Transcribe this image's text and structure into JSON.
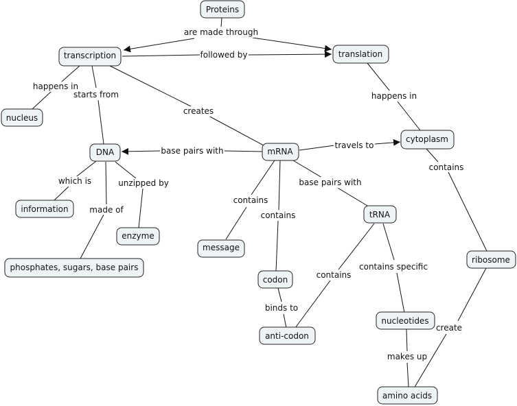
{
  "concept_map": {
    "nodes": {
      "proteins": "Proteins",
      "transcription": "transcription",
      "translation": "translation",
      "nucleus": "nucleus",
      "dna": "DNA",
      "mrna": "mRNA",
      "cytoplasm": "cytoplasm",
      "information": "information",
      "enzyme": "enzyme",
      "phosphates": "phosphates, sugars, base pairs",
      "message": "message",
      "trna": "tRNA",
      "codon": "codon",
      "ribosome": "ribosome",
      "anticodon": "anti-codon",
      "nucleotides": "nucleotides",
      "aminoacids": "amino acids"
    },
    "links": [
      {
        "id": "are-made-through",
        "label": "are made through",
        "from": "proteins",
        "to": [
          "transcription",
          "translation"
        ]
      },
      {
        "id": "followed-by",
        "label": "followed by",
        "from": "transcription",
        "to": [
          "translation"
        ]
      },
      {
        "id": "happens-in-1",
        "label": "happens in",
        "from": "transcription",
        "to": [
          "nucleus"
        ]
      },
      {
        "id": "starts-from",
        "label": "starts from",
        "from": "transcription",
        "to": [
          "dna"
        ]
      },
      {
        "id": "creates",
        "label": "creates",
        "from": "transcription",
        "to": [
          "mrna"
        ]
      },
      {
        "id": "happens-in-2",
        "label": "happens in",
        "from": "translation",
        "to": [
          "cytoplasm"
        ]
      },
      {
        "id": "base-pairs-with-1",
        "label": "base pairs with",
        "from": "mrna",
        "to": [
          "dna"
        ]
      },
      {
        "id": "travels-to",
        "label": "travels to",
        "from": "mrna",
        "to": [
          "cytoplasm"
        ]
      },
      {
        "id": "which-is",
        "label": "which is",
        "from": "dna",
        "to": [
          "information"
        ]
      },
      {
        "id": "unzipped-by",
        "label": "unzipped by",
        "from": "dna",
        "to": [
          "enzyme"
        ]
      },
      {
        "id": "made-of",
        "label": "made of",
        "from": "dna",
        "to": [
          "phosphates"
        ]
      },
      {
        "id": "contains-1",
        "label": "contains",
        "from": "mrna",
        "to": [
          "message"
        ]
      },
      {
        "id": "contains-2",
        "label": "contains",
        "from": "mrna",
        "to": [
          "codon"
        ]
      },
      {
        "id": "base-pairs-with-2",
        "label": "base pairs with",
        "from": "mrna",
        "to": [
          "trna"
        ]
      },
      {
        "id": "contains-3",
        "label": "contains",
        "from": "cytoplasm",
        "to": [
          "ribosome"
        ]
      },
      {
        "id": "contains-4",
        "label": "contains",
        "from": "trna",
        "to": [
          "anticodon"
        ]
      },
      {
        "id": "contains-specific",
        "label": "contains specific",
        "from": "trna",
        "to": [
          "nucleotides"
        ]
      },
      {
        "id": "binds-to",
        "label": "binds to",
        "from": "codon",
        "to": [
          "anticodon"
        ]
      },
      {
        "id": "create",
        "label": "create",
        "from": "ribosome",
        "to": [
          "aminoacids"
        ]
      },
      {
        "id": "makes-up",
        "label": "makes up",
        "from": "nucleotides",
        "to": [
          "aminoacids"
        ]
      }
    ]
  }
}
